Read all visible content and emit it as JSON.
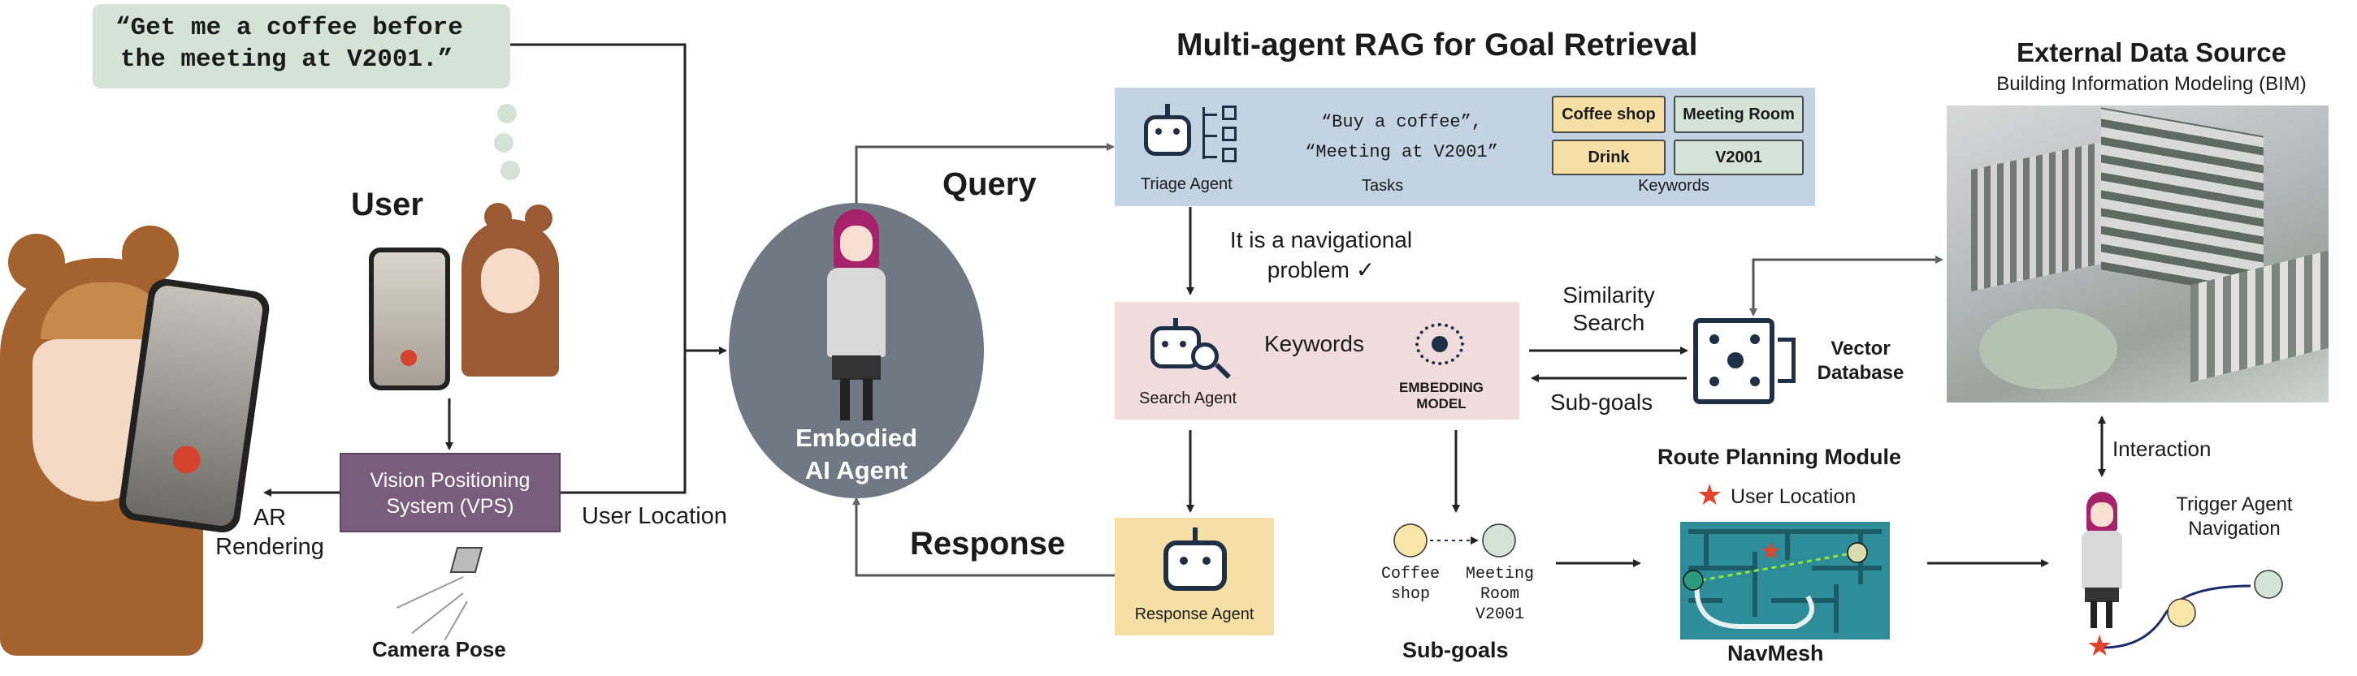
{
  "quote": [
    "“Get me a coffee before",
    "the meeting at V2001.”"
  ],
  "user_label": "User",
  "vps_label": [
    "Vision Positioning",
    "System (VPS)"
  ],
  "ar_label": [
    "AR",
    "Rendering"
  ],
  "camera_pose_label": "Camera Pose",
  "user_location_label": "User Location",
  "agent_label": [
    "Embodied",
    "AI Agent"
  ],
  "query_label": "Query",
  "response_label": "Response",
  "rag_title": "Multi-agent RAG for Goal Retrieval",
  "triage": {
    "agent_label": "Triage Agent",
    "tasks": [
      "“Buy a coffee”,",
      "“Meeting at V2001”"
    ],
    "tasks_label": "Tasks",
    "keywords": [
      "Coffee shop",
      "Meeting Room",
      "Drink",
      "V2001"
    ],
    "keywords_label": "Keywords"
  },
  "nav_note": [
    "It is a navigational",
    "problem ✓"
  ],
  "search": {
    "agent_label": "Search Agent",
    "keywords_label": "Keywords",
    "embedding_label": [
      "EMBEDDING",
      "MODEL"
    ]
  },
  "similarity_label": [
    "Similarity",
    "Search"
  ],
  "subgoals_return_label": "Sub-goals",
  "vector_db_label": [
    "Vector",
    "Database"
  ],
  "response_agent_label": "Response Agent",
  "subgoals": {
    "node1": [
      "Coffee",
      "shop"
    ],
    "node2": [
      "Meeting",
      "Room",
      "V2001"
    ],
    "title": "Sub-goals"
  },
  "route": {
    "title": "Route Planning Module",
    "user_location": "User Location",
    "navmesh": "NavMesh"
  },
  "external": {
    "title": "External Data Source",
    "subtitle": "Building Information Modeling (BIM)"
  },
  "interaction_label": "Interaction",
  "trigger_label": [
    "Trigger Agent",
    "Navigation"
  ],
  "colors": {
    "quote_bg": "#d4e3d5",
    "vps_bg": "#7a5c7c",
    "agent_circle": "#6f7883",
    "triage_bg": "#c4d3e3",
    "search_bg": "#f1dcdd",
    "response_bg": "#f5dfa5",
    "keyword_yellow": "#f5dfa5",
    "keyword_green": "#d4e3d5",
    "subgoal_yellow": "#f8e6a8",
    "subgoal_green": "#d4e3d5",
    "navmesh": "#2e8d99",
    "star": "#e2442b"
  }
}
